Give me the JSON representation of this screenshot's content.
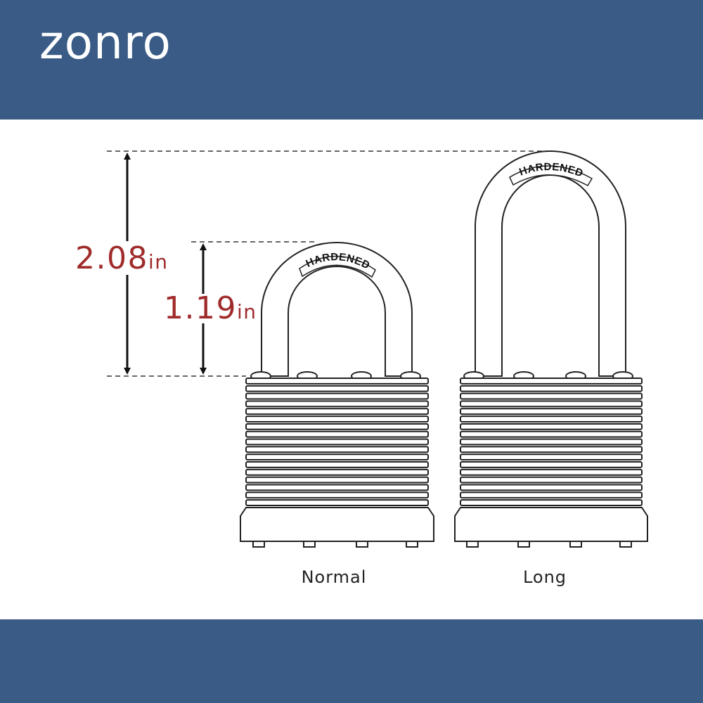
{
  "brand": {
    "name": "zonro"
  },
  "colors": {
    "band": "#3a5b85",
    "accent": "#a02b2b",
    "line": "#222222"
  },
  "dimensions": {
    "long": {
      "value": "2.08",
      "unit": "in"
    },
    "normal": {
      "value": "1.19",
      "unit": "in"
    }
  },
  "locks": [
    {
      "label": "Normal",
      "stamp": "HARDENED"
    },
    {
      "label": "Long",
      "stamp": "HARDENED"
    }
  ]
}
